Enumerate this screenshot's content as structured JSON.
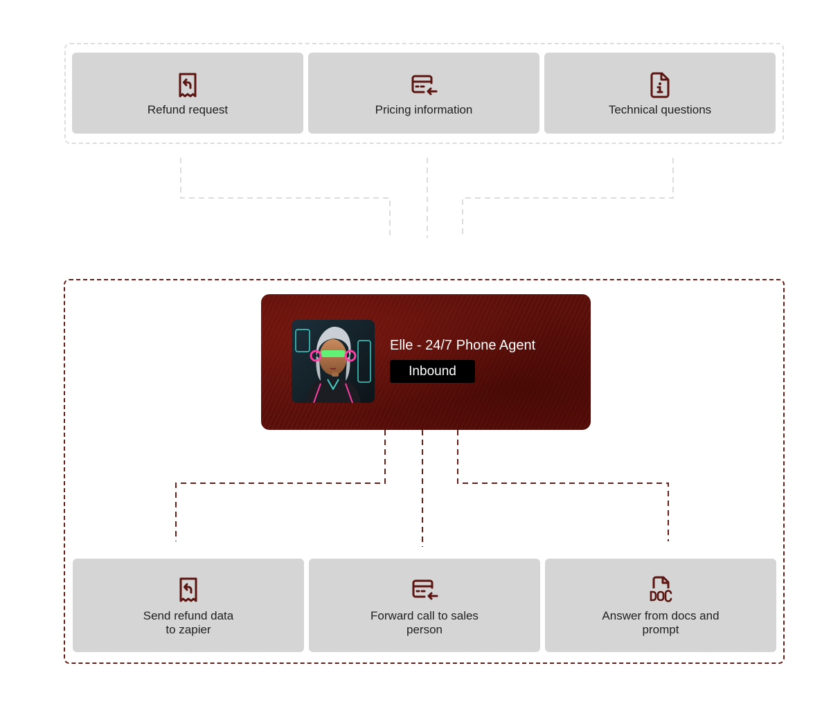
{
  "inputs": {
    "items": [
      {
        "label": "Refund request",
        "icon": "receipt-refund-icon"
      },
      {
        "label": "Pricing information",
        "icon": "credit-card-incoming-icon"
      },
      {
        "label": "Technical questions",
        "icon": "file-info-icon"
      }
    ]
  },
  "agent": {
    "name": "Elle - 24/7 Phone Agent",
    "badge": "Inbound",
    "avatar": "agent-avatar-image"
  },
  "actions": {
    "items": [
      {
        "label": "Send refund data\nto zapier",
        "icon": "receipt-refund-icon"
      },
      {
        "label": "Forward call to sales\nperson",
        "icon": "credit-card-incoming-icon"
      },
      {
        "label": "Answer from docs and\nprompt",
        "icon": "doc-file-icon"
      }
    ]
  },
  "colors": {
    "brand_dark_red": "#5a0e09",
    "icon_color": "#5b1410",
    "card_grey": "#d5d5d5",
    "connector_light": "#dcdcdc",
    "connector_dark": "#6b1a14"
  }
}
